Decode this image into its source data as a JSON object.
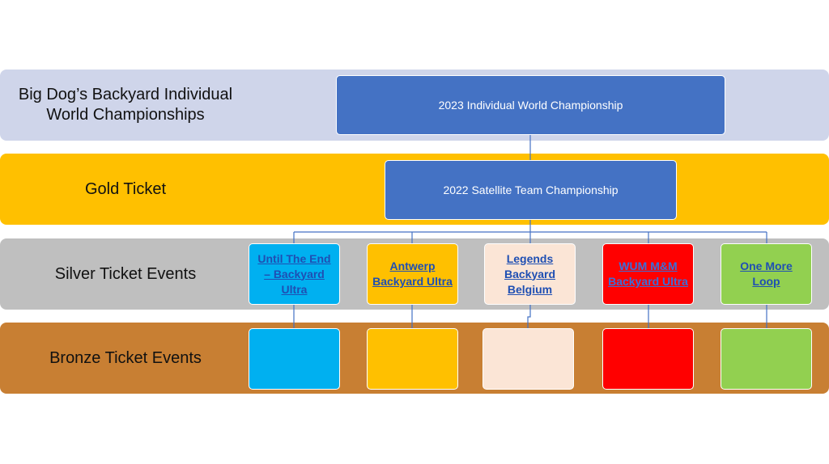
{
  "tiers": [
    {
      "id": "world",
      "label": "Big Dog’s Backyard Individual World Championships",
      "color": "#cfd5ea"
    },
    {
      "id": "gold",
      "label": "Gold Ticket",
      "color": "#ffc000"
    },
    {
      "id": "silver",
      "label": "Silver Ticket Events",
      "color": "#bfbfbf"
    },
    {
      "id": "bronze",
      "label": "Bronze Ticket Events",
      "color": "#c87f33"
    }
  ],
  "top_node": {
    "label": "2023 Individual World Championship",
    "color": "#4472c4"
  },
  "gold_node": {
    "label": "2022 Satellite Team Championship",
    "color": "#4472c4"
  },
  "silver_events": [
    {
      "label": "Until The End – Backyard Ultra",
      "color": "#00b0f0"
    },
    {
      "label": "Antwerp Backyard Ultra",
      "color": "#ffc000"
    },
    {
      "label": "Legends Backyard Belgium",
      "color": "#fbe5d6"
    },
    {
      "label": "WUM M&M Backyard Ultra",
      "color": "#ff0000"
    },
    {
      "label": "One More Loop",
      "color": "#92d050"
    }
  ],
  "bronze_boxes": [
    {
      "color": "#00b0f0"
    },
    {
      "color": "#ffc000"
    },
    {
      "color": "#fbe5d6"
    },
    {
      "color": "#ff0000"
    },
    {
      "color": "#92d050"
    }
  ],
  "colors": {
    "connector": "#4472c4",
    "link_text": "#1f4fb3"
  }
}
